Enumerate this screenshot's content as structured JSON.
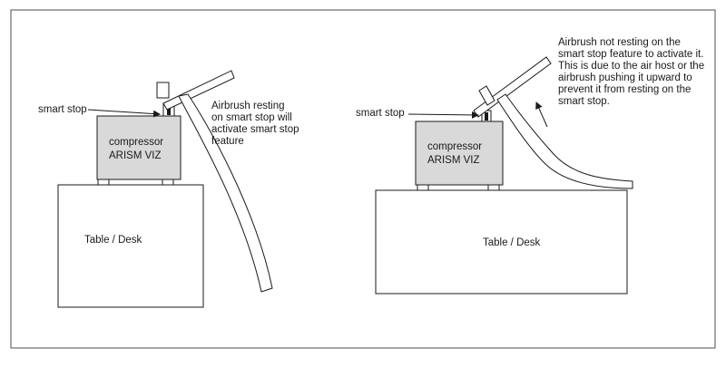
{
  "left_panel": {
    "smart_stop_label": "smart stop",
    "compressor_line1": "compressor",
    "compressor_line2": "ARISM VIZ",
    "table_label": "Table / Desk",
    "annotation_lines": [
      "Airbrush resting",
      "on smart stop will",
      "activate smart stop",
      "feature"
    ]
  },
  "right_panel": {
    "smart_stop_label": "smart stop",
    "compressor_line1": "compressor",
    "compressor_line2": "ARISM VIZ",
    "table_label": "Table / Desk",
    "annotation_lines": [
      "Airbrush not resting on the",
      "smart stop feature to activate it.",
      "This is due to the air host or the",
      "airbrush pushing it upward to",
      "prevent it from resting on the",
      "smart stop."
    ]
  },
  "colors": {
    "compressor_fill": "#d9d9d9",
    "line": "#1a1a1a",
    "frame": "#4d4d4d"
  }
}
